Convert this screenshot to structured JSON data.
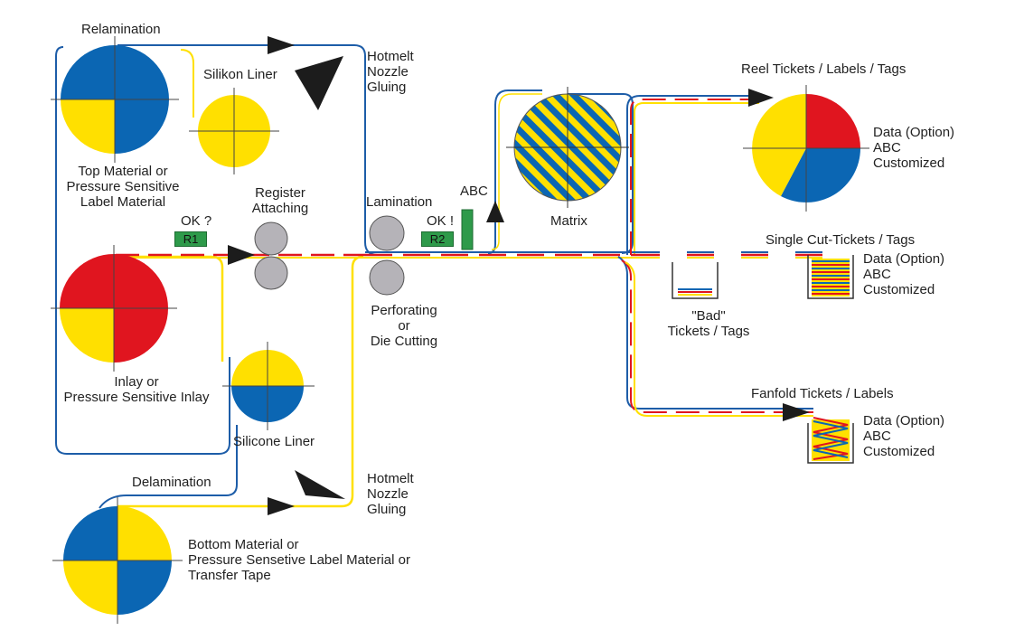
{
  "labels": {
    "relamination": "Relamination",
    "silikon_liner": "Silikon Liner",
    "hotmelt_top": "Hotmelt\nNozzle\nGluing",
    "top_material": "Top Material or\nPressure Sensitive\nLabel Material",
    "register": "Register\nAttaching",
    "ok_q": "OK ?",
    "r1": "R1",
    "lamination": "Lamination",
    "ok_ex": "OK !",
    "r2": "R2",
    "abc": "ABC",
    "matrix": "Matrix",
    "perforating": "Perforating\nor\nDie Cutting",
    "inlay": "Inlay or\nPressure Sensitive Inlay",
    "silicone_liner": "Silicone Liner",
    "delamination": "Delamination",
    "hotmelt_bottom": "Hotmelt\nNozzle\nGluing",
    "bottom_material": "Bottom Material or\nPressure Sensetive Label Material or\nTransfer Tape",
    "reel": "Reel Tickets / Labels / Tags",
    "data_reel": "Data (Option)\nABC\nCustomized",
    "single": "Single Cut-Tickets / Tags",
    "data_single": "Data (Option)\nABC\nCustomized",
    "bad": "\"Bad\"\nTickets / Tags",
    "fanfold": "Fanfold Tickets / Labels",
    "data_fanfold": "Data (Option)\nABC\nCustomized"
  },
  "colors": {
    "blue": "#0b66b3",
    "yellow": "#ffe000",
    "red": "#e0151f",
    "gray": "#b5b3b8",
    "green": "#2e9a4a",
    "line_blue": "#1d5da8",
    "arrow": "#1c1c1c"
  }
}
